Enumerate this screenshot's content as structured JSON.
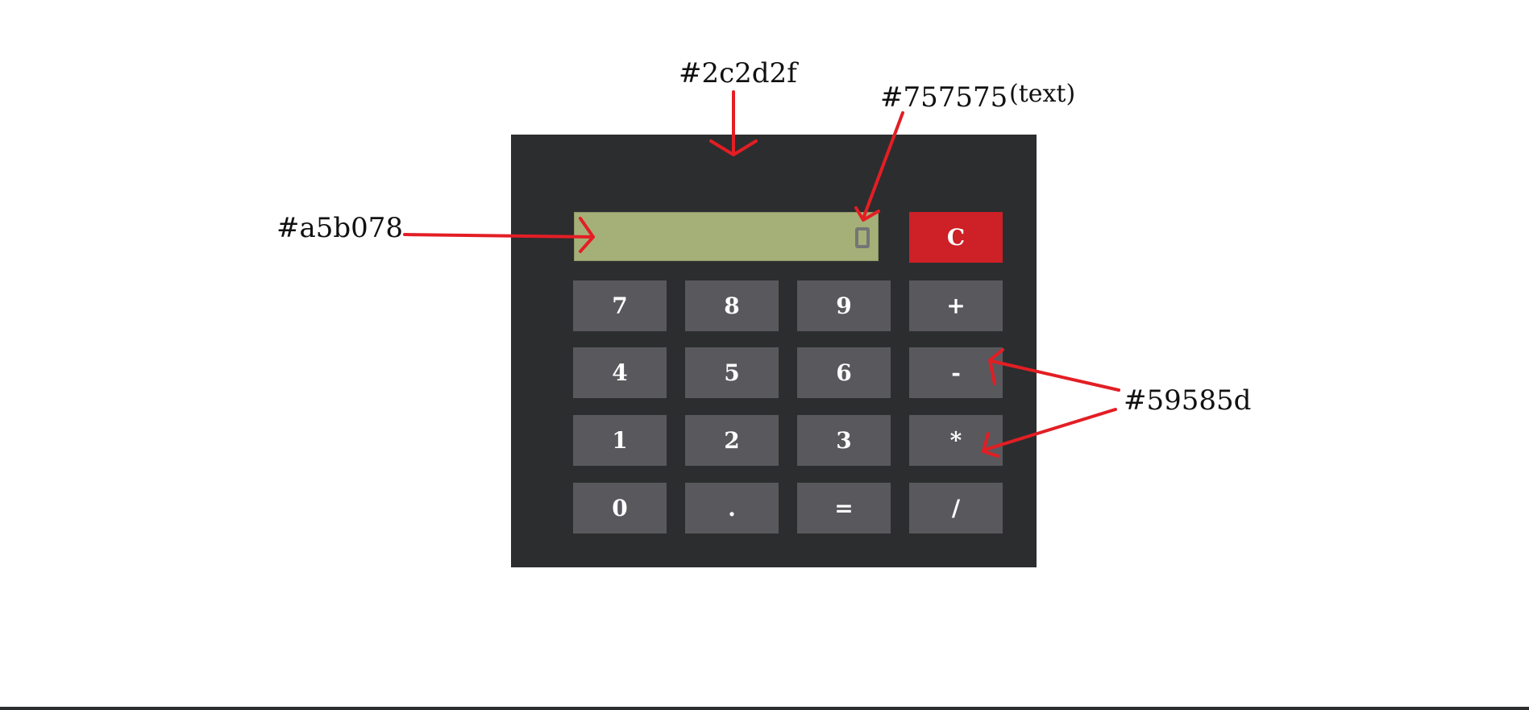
{
  "calculator": {
    "display_value": "",
    "keys": {
      "clear": "C",
      "k7": "7",
      "k8": "8",
      "k9": "9",
      "plus": "+",
      "k4": "4",
      "k5": "5",
      "k6": "6",
      "minus": "-",
      "k1": "1",
      "k2": "2",
      "k3": "3",
      "times": "*",
      "k0": "0",
      "dot": ".",
      "equals": "=",
      "divide": "/"
    }
  },
  "annotations": {
    "body_color": "#2c2d2f",
    "text_color": "#757575",
    "text_note": "(text)",
    "display_color": "#a5b078",
    "key_color": "#59585d"
  },
  "colors": {
    "body": "#2c2d2f",
    "display_bg": "#a5b078",
    "display_text": "#757575",
    "key_bg": "#59585d",
    "clear_bg": "#cd2027",
    "key_text": "#ffffff",
    "annotation_arrow": "#e31e24"
  }
}
